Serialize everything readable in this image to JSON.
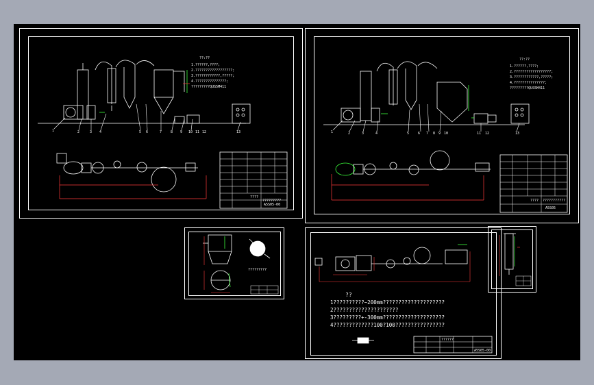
{
  "colors": {
    "background": "#a4a9b5",
    "canvas": "#000000",
    "line": "#ffffff",
    "dimension": "#ff3b3b",
    "accent": "#3bff3b",
    "cyan": "#33e5ff",
    "yellow": "#ffff33"
  },
  "sheet1": {
    "notes_title": "??:??",
    "notes": [
      "1.??????,????;",
      "2.??????????????????;",
      "3.????????????,?????;",
      "4.???????????????;",
      "  ?????????QUS5M411"
    ],
    "labels": [
      "1",
      "2",
      "3",
      "4",
      "5",
      "6",
      "7",
      "8",
      "9",
      "10",
      "11",
      "12",
      "13"
    ],
    "title_block": {
      "name": "????",
      "code": "A5S05-00",
      "sub": "?????????"
    }
  },
  "sheet2": {
    "notes_title": "??:??",
    "notes": [
      "1.??????,????;",
      "2.??????????????????;",
      "3.????????????,?????;",
      "4.???????????????;",
      "  ?????????QUS5M411"
    ],
    "labels": [
      "1",
      "2",
      "3",
      "4",
      "5",
      "6",
      "7",
      "8",
      "9",
      "10",
      "11",
      "12",
      "13"
    ],
    "title_block": {
      "name": "????",
      "code": "A5S05",
      "sub": "???????????"
    }
  },
  "sheet3": {
    "caption": "?????????"
  },
  "sheet4": {
    "heading": "??",
    "notes": [
      "1??????????~200mm????????????????????",
      "2?????????????????????",
      "3?????????+-300mm????????????????????",
      "4?????????????100?100????????????????"
    ],
    "title_block": {
      "name": "??????",
      "code": "A5S05-00"
    }
  }
}
